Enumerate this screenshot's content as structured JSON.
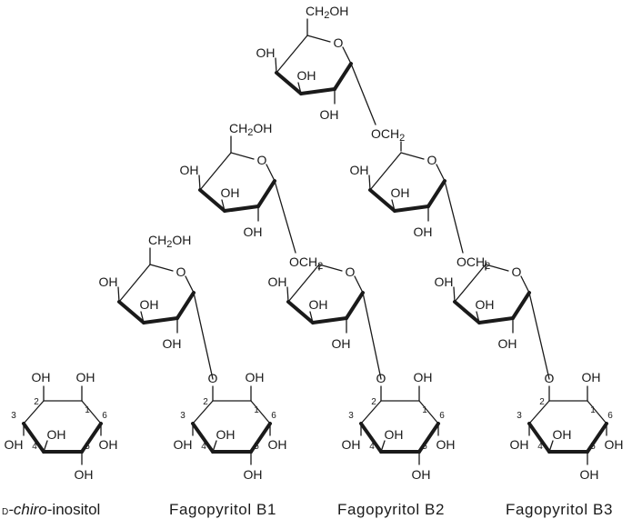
{
  "labels": {
    "oh": "OH",
    "ch2oh": "CH2OH",
    "och2": "OCH2",
    "o": "O",
    "ring_positions": [
      "1",
      "2",
      "3",
      "4",
      "5",
      "6"
    ]
  },
  "captions": {
    "chiro_inositol_prefix": "D",
    "chiro_inositol_italic": "-chiro",
    "chiro_inositol_suffix": "-inositol",
    "fagopyritol_b1": "Fagopyritol B1",
    "fagopyritol_b2": "Fagopyritol B2",
    "fagopyritol_b3": "Fagopyritol B3"
  }
}
